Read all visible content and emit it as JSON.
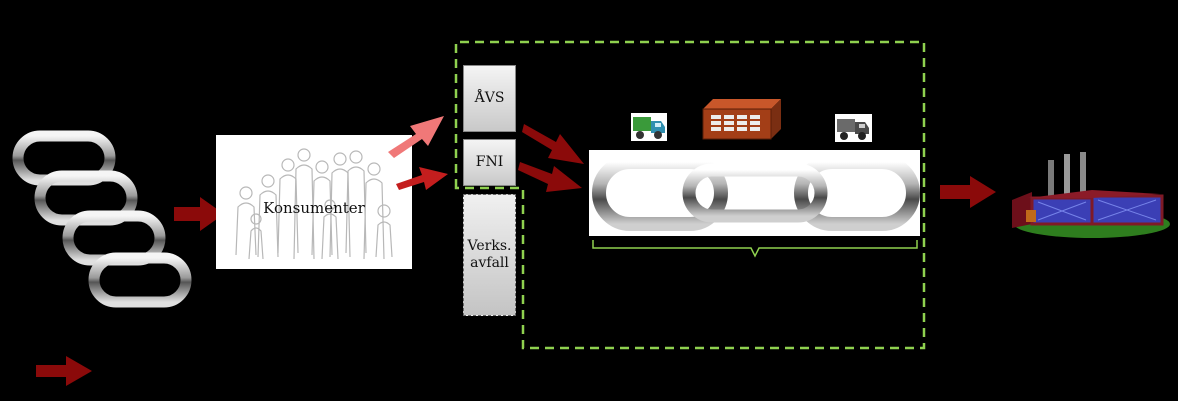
{
  "diagram": {
    "consumers_label": "Konsumenter",
    "categories": [
      {
        "id": "avs",
        "label": "ÅVS"
      },
      {
        "id": "fni",
        "label": "FNI"
      },
      {
        "id": "verks",
        "label": "Verks. avfall"
      }
    ],
    "icons": {
      "left_chain": "chain-icon",
      "people": "crowd-silhouette-icon",
      "truck_green": "truck-icon",
      "warehouse": "warehouse-icon",
      "truck_gray": "truck-icon",
      "center_chain": "chain-icon",
      "factory": "factory-icon"
    },
    "colors": {
      "background": "#000000",
      "arrow": "#8b0a0a",
      "arrow_light": "#f08080",
      "dashed_border": "#8fd14f",
      "box_fill": "#ffffff"
    }
  }
}
